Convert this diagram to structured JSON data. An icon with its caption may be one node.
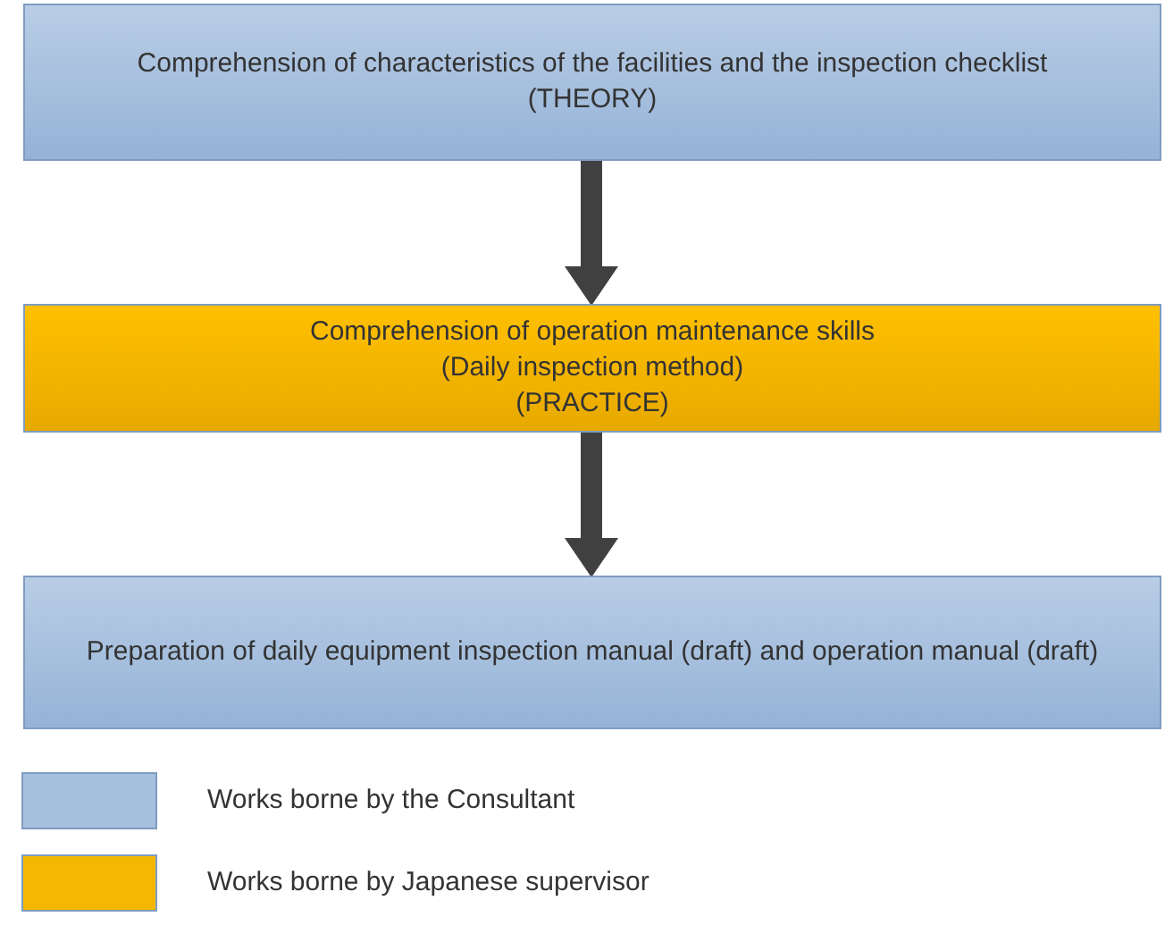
{
  "diagram": {
    "nodes": [
      {
        "text": [
          "Comprehension of characteristics of the facilities and the inspection checklist",
          "(THEORY)"
        ]
      },
      {
        "text": [
          "Comprehension of operation maintenance skills",
          "(Daily inspection method)",
          "(PRACTICE)"
        ]
      },
      {
        "text": [
          "Preparation of daily equipment inspection manual (draft) and operation manual (draft)"
        ]
      }
    ],
    "edges": [
      {
        "from": 0,
        "to": 1,
        "arrow": "to"
      },
      {
        "from": 1,
        "to": 2,
        "arrow": "to"
      }
    ],
    "legend": [
      {
        "text": "Works borne by the Consultant",
        "color": "#a7bfde"
      },
      {
        "text": "Works borne by Japanese supervisor",
        "color": "#f5b800"
      }
    ]
  }
}
